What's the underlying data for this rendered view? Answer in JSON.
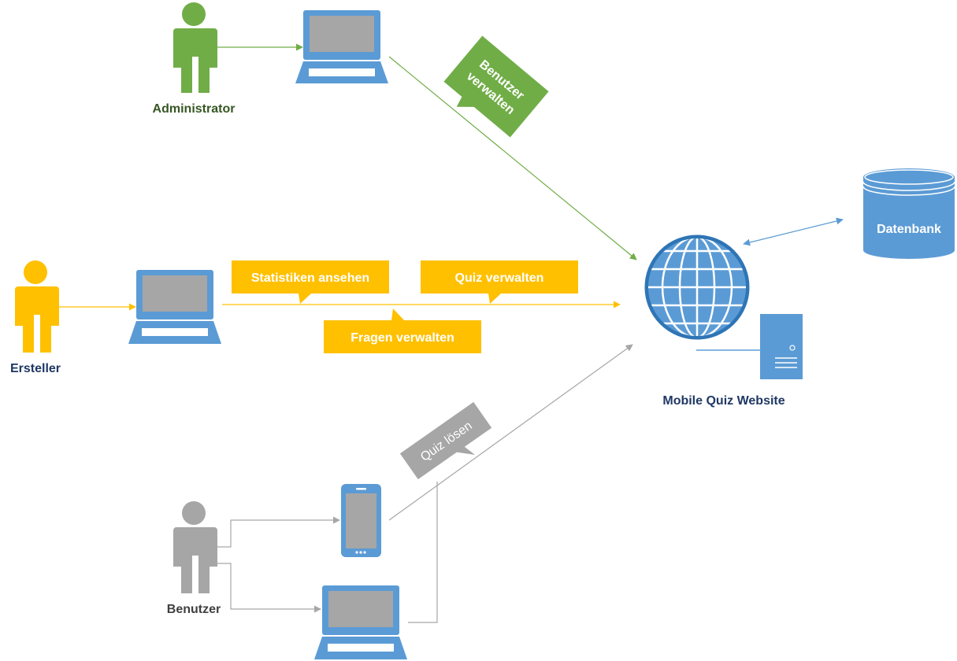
{
  "actors": {
    "admin": {
      "label": "Administrator",
      "color": "#70ad47",
      "label_color": "#375623"
    },
    "creator": {
      "label": "Ersteller",
      "color": "#ffc000",
      "label_color": "#1f3864"
    },
    "user": {
      "label": "Benutzer",
      "color": "#a6a6a6",
      "label_color": "#404040"
    }
  },
  "callouts": {
    "admin_manage_users": {
      "line1": "Benutzer",
      "line2": "verwalten",
      "color": "#70ad47"
    },
    "statistics": {
      "text": "Statistiken ansehen",
      "color": "#ffc000"
    },
    "quiz_manage": {
      "text": "Quiz verwalten",
      "color": "#ffc000"
    },
    "questions_manage": {
      "text": "Fragen verwalten",
      "color": "#ffc000"
    },
    "solve_quiz": {
      "text": "Quiz lösen",
      "color": "#a6a6a6"
    }
  },
  "system": {
    "label": "Mobile Quiz Website",
    "label_color": "#1f3864",
    "device_color": "#5b9bd5"
  },
  "database": {
    "label": "Datenbank",
    "color": "#5b9bd5"
  },
  "icons": [
    "person-icon",
    "laptop-icon",
    "smartphone-icon",
    "globe-icon",
    "server-icon",
    "database-icon"
  ]
}
